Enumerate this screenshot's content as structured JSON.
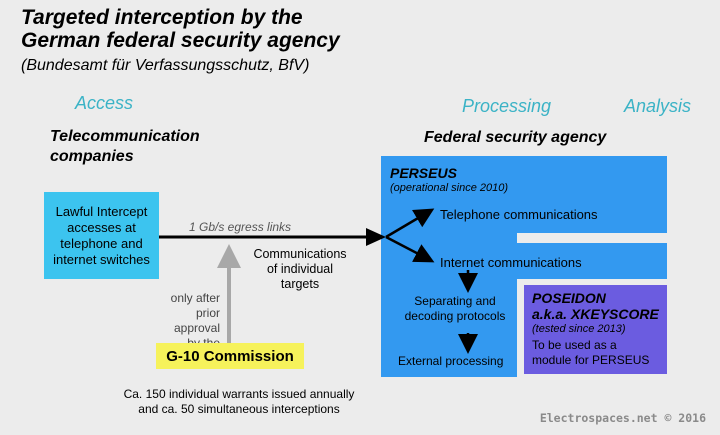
{
  "title_line1": "Targeted interception by the",
  "title_line2": "German federal security agency",
  "subtitle": "(Bundesamt für Verfassungsschutz, BfV)",
  "columns": {
    "access": "Access",
    "processing": "Processing",
    "analysis": "Analysis"
  },
  "telecom": {
    "line1": "Telecommunication",
    "line2": "companies"
  },
  "agency": "Federal security agency",
  "lawful_intercept": [
    "Lawful Intercept",
    "accesses at",
    "telephone and",
    "internet switches"
  ],
  "egress_label": "1 Gb/s egress links",
  "comm_targets": [
    "Communications",
    "of individual",
    "targets"
  ],
  "approval": [
    "only after",
    "prior approval",
    "by the"
  ],
  "g10": "G-10 Commission",
  "warrants": [
    "Ca. 150 individual warrants issued annually",
    "and ca. 50 simultaneous interceptions"
  ],
  "perseus": {
    "name": "PERSEUS",
    "since": "(operational since 2010)"
  },
  "telephone": "Telephone communications",
  "internet": "Internet communications",
  "separating": [
    "Separating and",
    "decoding protocols"
  ],
  "external": "External processing",
  "poseidon": {
    "name": "POSEIDON",
    "aka": "a.k.a. XKEYSCORE",
    "since": "(tested since 2013)",
    "note": [
      "To be used as a",
      "module for PERSEUS"
    ]
  },
  "watermark": "Electrospaces.net © 2016",
  "colors": {
    "access_box": "#3cc4ef",
    "perseus": "#3399f0",
    "poseidon": "#6b5ce0",
    "g10": "#f6f25b",
    "heading": "#3bb3c6",
    "approval_arrow": "#a8a8a8"
  }
}
